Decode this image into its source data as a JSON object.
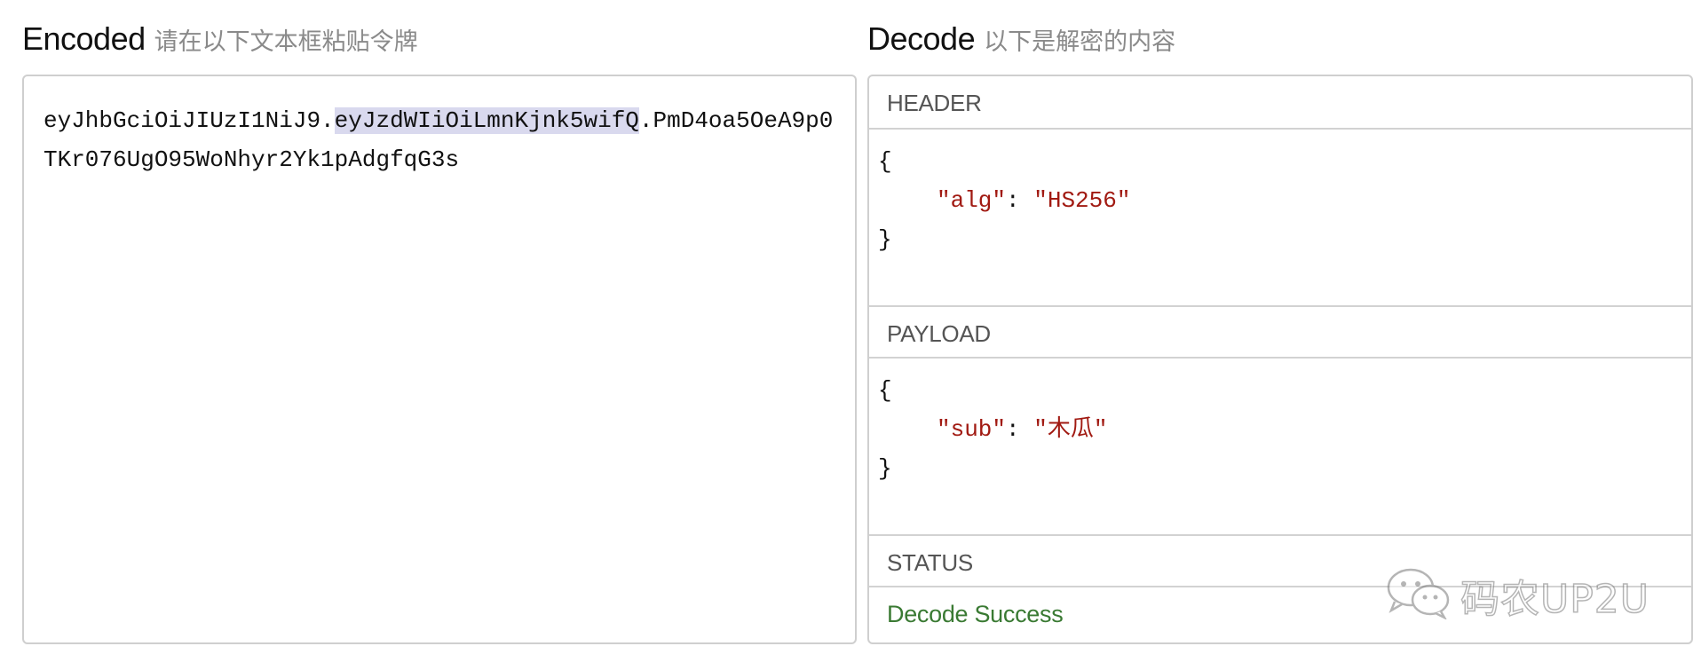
{
  "encoded": {
    "title": "Encoded",
    "subtitle": "请在以下文本框粘贴令牌",
    "token_part1": "eyJhbGciOiJIUzI1NiJ9.",
    "token_part2": "eyJzdWIiOiLmnKjnk5wifQ",
    "token_part3": ".PmD4oa5OeA9p0TKr076UgO95WoNhyr2Yk1pAdgfqG3s"
  },
  "decode": {
    "title": "Decode",
    "subtitle": "以下是解密的内容",
    "header": {
      "label": "HEADER",
      "open_brace": "{",
      "close_brace": "}",
      "key": "\"alg\"",
      "colon": ": ",
      "value": "\"HS256\""
    },
    "payload": {
      "label": "PAYLOAD",
      "open_brace": "{",
      "close_brace": "}",
      "key": "\"sub\"",
      "colon": ": ",
      "value": "\"木瓜\""
    },
    "status": {
      "label": "STATUS",
      "value": "Decode Success",
      "color": "#3a7a33"
    }
  },
  "watermark": {
    "text": "码农UP2U",
    "icon": "wechat-icon"
  },
  "colors": {
    "json_key": "#a11a12",
    "highlight": "#d9d9ee"
  }
}
